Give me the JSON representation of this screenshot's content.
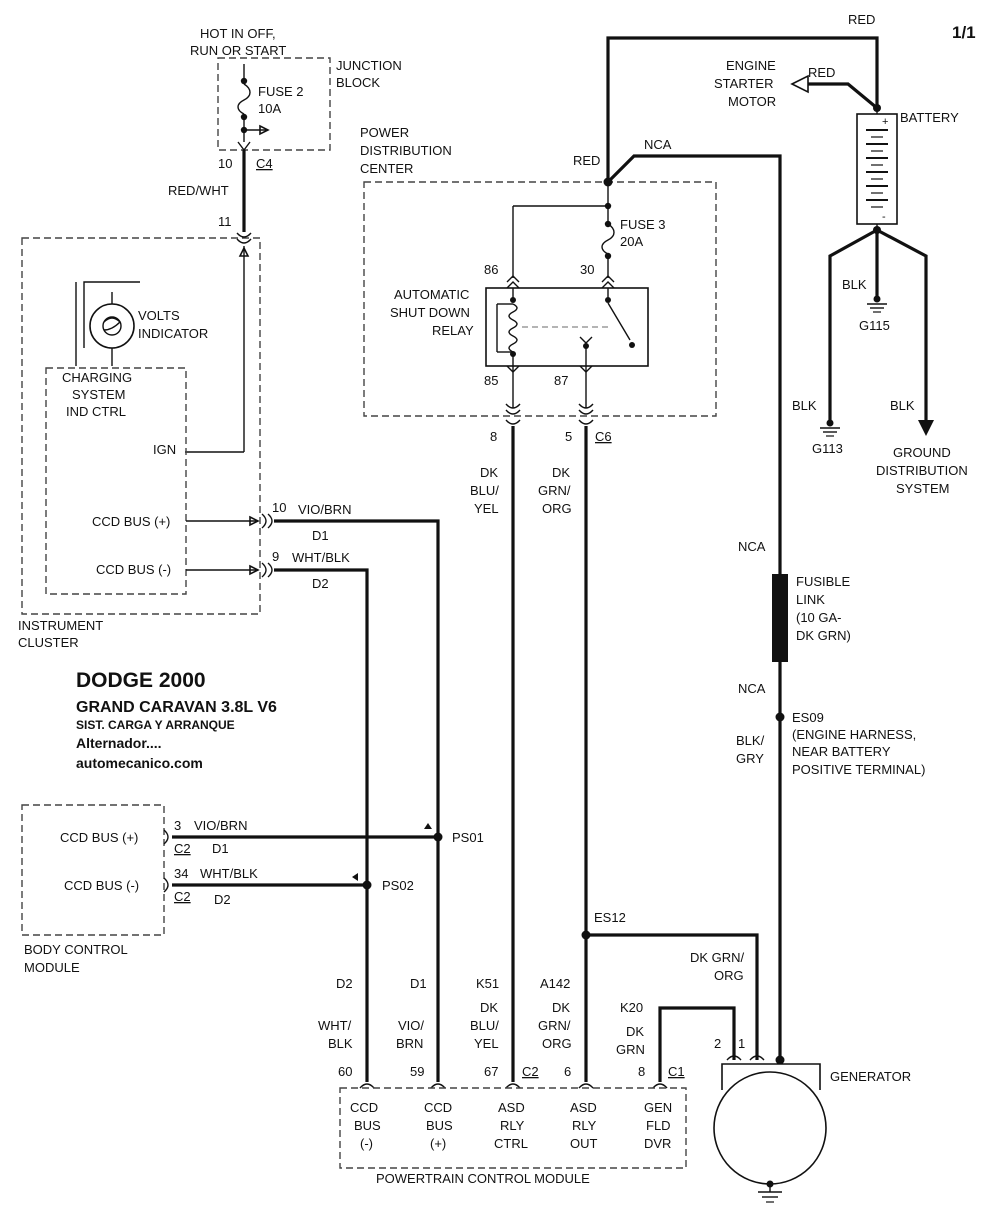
{
  "page_num": "1/1",
  "title": {
    "make": "DODGE 2000",
    "model": "GRAND CARAVAN  3.8L  V6",
    "system": "SIST. CARGA Y ARRANQUE",
    "part": "Alternador....",
    "site": "automecanico.com"
  },
  "junction_block": {
    "hot_line1": "HOT IN OFF,",
    "hot_line2": "RUN OR START",
    "name1": "JUNCTION",
    "name2": "BLOCK",
    "fuse_name": "FUSE 2",
    "fuse_rating": "10A",
    "pin": "10",
    "connector": "C4"
  },
  "wire_red_wht": "RED/WHT",
  "cluster": {
    "pin_ign": "11",
    "volts_line1": "VOLTS",
    "volts_line2": "INDICATOR",
    "charging_line1": "CHARGING",
    "charging_line2": "SYSTEM",
    "charging_line3": "IND CTRL",
    "ign": "IGN",
    "ccd_pos": "CCD BUS (+)",
    "ccd_neg": "CCD BUS (-)",
    "pin_pos": "10",
    "pin_neg": "9",
    "wire_pos": "VIO/BRN",
    "wire_neg": "WHT/BLK",
    "circuit_pos": "D1",
    "circuit_neg": "D2",
    "name1": "INSTRUMENT",
    "name2": "CLUSTER"
  },
  "pdc": {
    "name1": "POWER",
    "name2": "DISTRIBUTION",
    "name3": "CENTER",
    "wire_red": "RED",
    "wire_nca": "NCA",
    "fuse_name": "FUSE 3",
    "fuse_rating": "20A",
    "pin86": "86",
    "pin30": "30",
    "pin85": "85",
    "pin87": "87",
    "relay1": "AUTOMATIC",
    "relay2": "SHUT DOWN",
    "relay3": "RELAY",
    "pin8": "8",
    "pin5": "5",
    "connector": "C6"
  },
  "wire_dk_blu_yel": [
    "DK",
    "BLU/",
    "YEL"
  ],
  "wire_dk_grn_org": [
    "DK",
    "GRN/",
    "ORG"
  ],
  "battery": {
    "red_top": "RED",
    "red_starter": "RED",
    "starter1": "ENGINE",
    "starter2": "STARTER",
    "starter3": "MOTOR",
    "name": "BATTERY",
    "plus": "+",
    "minus": "-",
    "blk1": "BLK",
    "g115": "G115",
    "blk2": "BLK",
    "g113": "G113",
    "blk3": "BLK",
    "gnd1": "GROUND",
    "gnd2": "DISTRIBUTION",
    "gnd3": "SYSTEM"
  },
  "fusible": {
    "nca_top": "NCA",
    "line1": "FUSIBLE",
    "line2": "LINK",
    "line3": "(10 GA-",
    "line4": "DK GRN)",
    "nca_bottom": "NCA",
    "splice": "ES09",
    "splice1": "(ENGINE HARNESS,",
    "splice2": "NEAR BATTERY",
    "splice3": "POSITIVE TERMINAL)",
    "wire1": "BLK/",
    "wire2": "GRY"
  },
  "bcm": {
    "ccd_pos": "CCD BUS (+)",
    "ccd_neg": "CCD BUS (-)",
    "pin_pos": "3",
    "pin_neg": "34",
    "conn": "C2",
    "conn2": "C2",
    "wire_pos": "VIO/BRN",
    "wire_neg": "WHT/BLK",
    "circuit_pos": "D1",
    "circuit_neg": "D2",
    "splice_pos": "PS01",
    "splice_neg": "PS02",
    "name1": "BODY CONTROL",
    "name2": "MODULE"
  },
  "es12": "ES12",
  "pcm_wires": {
    "d2": "D2",
    "d1": "D1",
    "k51": "K51",
    "a142": "A142",
    "k20": "K20",
    "wht_blk": [
      "WHT/",
      "BLK"
    ],
    "vio_brn": [
      "VIO/",
      "BRN"
    ],
    "dk_blu_yel": [
      "DK",
      "BLU/",
      "YEL"
    ],
    "dk_grn_org": [
      "DK",
      "GRN/",
      "ORG"
    ],
    "dk_grn": [
      "DK",
      "GRN"
    ],
    "gen_wire": [
      "DK GRN/",
      "ORG"
    ]
  },
  "pcm": {
    "pin60": "60",
    "pin59": "59",
    "pin67": "67",
    "conn_c2": "C2",
    "pin6": "6",
    "pin8": "8",
    "conn_c1": "C1",
    "t1": [
      "CCD",
      "BUS",
      "(-)"
    ],
    "t2": [
      "CCD",
      "BUS",
      "(+)"
    ],
    "t3": [
      "ASD",
      "RLY",
      "CTRL"
    ],
    "t4": [
      "ASD",
      "RLY",
      "OUT"
    ],
    "t5": [
      "GEN",
      "FLD",
      "DVR"
    ],
    "name": "POWERTRAIN CONTROL MODULE"
  },
  "generator": {
    "pin2": "2",
    "pin1": "1",
    "name": "GENERATOR"
  }
}
